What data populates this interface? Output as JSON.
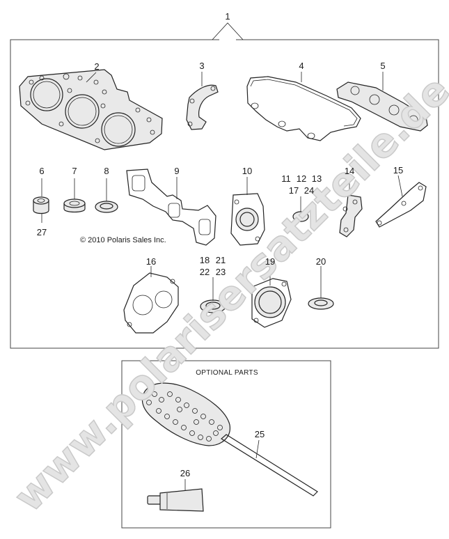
{
  "labels": {
    "p1": "1",
    "p2": "2",
    "p3": "3",
    "p4": "4",
    "p5": "5",
    "p6": "6",
    "p7": "7",
    "p8": "8",
    "p9": "9",
    "p10": "10",
    "p11": "11",
    "p12": "12",
    "p13": "13",
    "p14": "14",
    "p15": "15",
    "p16": "16",
    "p17": "17",
    "p18": "18",
    "p19": "19",
    "p20": "20",
    "p21": "21",
    "p22": "22",
    "p23": "23",
    "p24": "24",
    "p25": "25",
    "p26": "26",
    "p27": "27"
  },
  "copyright": "© 2010 Polaris Sales Inc.",
  "optional_parts_title": "OPTIONAL PARTS",
  "watermark": "www.polarisersatzteile.de"
}
